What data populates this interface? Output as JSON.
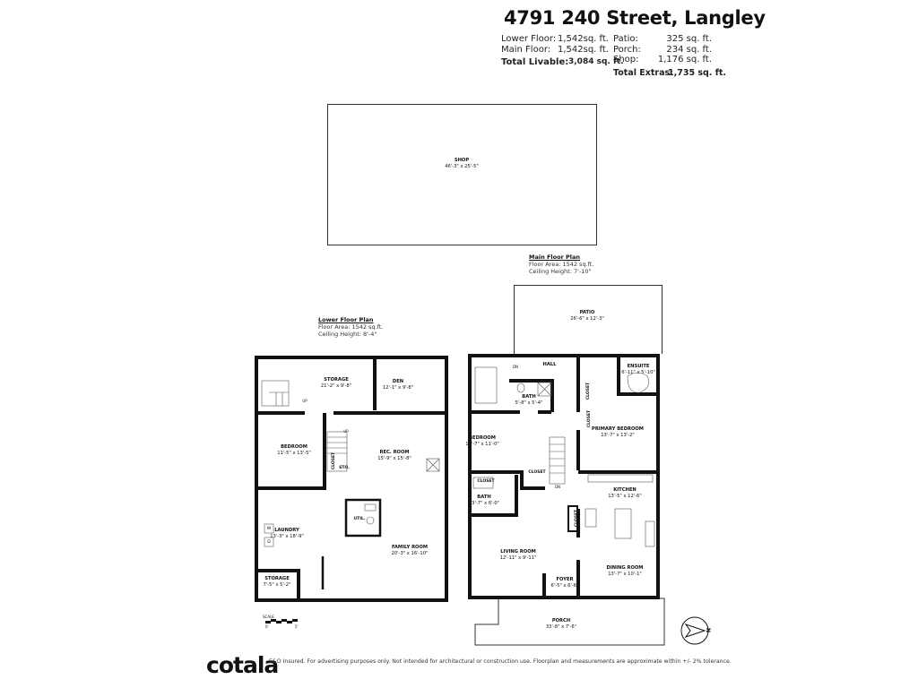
{
  "header": {
    "title": "4791 240 Street, Langley",
    "lower_floor_label": "Lower Floor:",
    "lower_floor_value": "1,542sq. ft.",
    "main_floor_label": "Main Floor:",
    "main_floor_value": "1,542sq. ft.",
    "total_livable_label": "Total Livable:",
    "total_livable_value": "3,084 sq. ft.",
    "patio_label": "Patio:",
    "patio_value": "325 sq. ft.",
    "porch_label": "Porch:",
    "porch_value": "234 sq. ft.",
    "shop_label": "Shop:",
    "shop_value": "1,176 sq. ft.",
    "total_extras_label": "Total Extras:",
    "total_extras_value": "1,735 sq. ft."
  },
  "shop": {
    "name": "SHOP",
    "dims": "46'-3\" x 25'-5\""
  },
  "main_floor": {
    "heading": "Main Floor Plan",
    "area": "Floor Area: 1542 sq.ft.",
    "ceiling": "Ceiling Height: 7'-10\"",
    "rooms": [
      {
        "name": "PATIO",
        "dims": "26'-6\" x 12'-3\""
      },
      {
        "name": "HALL",
        "dims": ""
      },
      {
        "name": "BATH",
        "dims": "5'-8\" x 5'-4\""
      },
      {
        "name": "ENSUITE",
        "dims": "6'-11\" x 5'-10\""
      },
      {
        "name": "BEDROOM",
        "dims": "13'-7\" x 11'-0\""
      },
      {
        "name": "PRIMARY BEDROOM",
        "dims": "13'-7\" x 13'-2\""
      },
      {
        "name": "KITCHEN",
        "dims": "13'-5\" x 12'-6\""
      },
      {
        "name": "BATH",
        "dims": "13'-7\" x 6'-0\""
      },
      {
        "name": "LIVING ROOM",
        "dims": "12'-11\" x 9'-11\""
      },
      {
        "name": "DINING ROOM",
        "dims": "13'-7\" x 10'-1\""
      },
      {
        "name": "FOYER",
        "dims": "6'-5\" x 6'-6\""
      },
      {
        "name": "PORCH",
        "dims": "33'-8\" x 7'-6\""
      }
    ],
    "closet": "CLOSET",
    "dn": "DN"
  },
  "lower_floor": {
    "heading": "Lower Floor Plan",
    "area": "Floor Area: 1542 sq.ft.",
    "ceiling": "Ceiling Height: 8'-4\"",
    "rooms": [
      {
        "name": "STORAGE",
        "dims": "21'-2\" x 9'-8\""
      },
      {
        "name": "DEN",
        "dims": "12'-1\" x 9'-8\""
      },
      {
        "name": "BEDROOM",
        "dims": "11'-5\" x 13'-5\""
      },
      {
        "name": "REC. ROOM",
        "dims": "15'-9\" x 15'-8\""
      },
      {
        "name": "LAUNDRY",
        "dims": "13'-3\" x 18'-9\""
      },
      {
        "name": "FAMILY ROOM",
        "dims": "20'-3\" x 16'-10\""
      },
      {
        "name": "STORAGE",
        "dims": "7'-5\" x 5'-2\""
      },
      {
        "name": "UTIL.",
        "dims": ""
      },
      {
        "name": "STO.",
        "dims": ""
      }
    ],
    "closet": "CLOSET",
    "up": "UP",
    "washer": "W",
    "dryer": "D"
  },
  "scale": {
    "label": "SCALE",
    "start": "0'",
    "end": "5'"
  },
  "compass": {
    "letter": "N",
    "icon": "north-arrow-icon"
  },
  "footer": {
    "brand": "cotala",
    "disclaimer": "E&O Insured. For advertising purposes only. Not intended for architectural or construction use. Floorplan and measurements are approximate within +/- 2% tolerance."
  }
}
